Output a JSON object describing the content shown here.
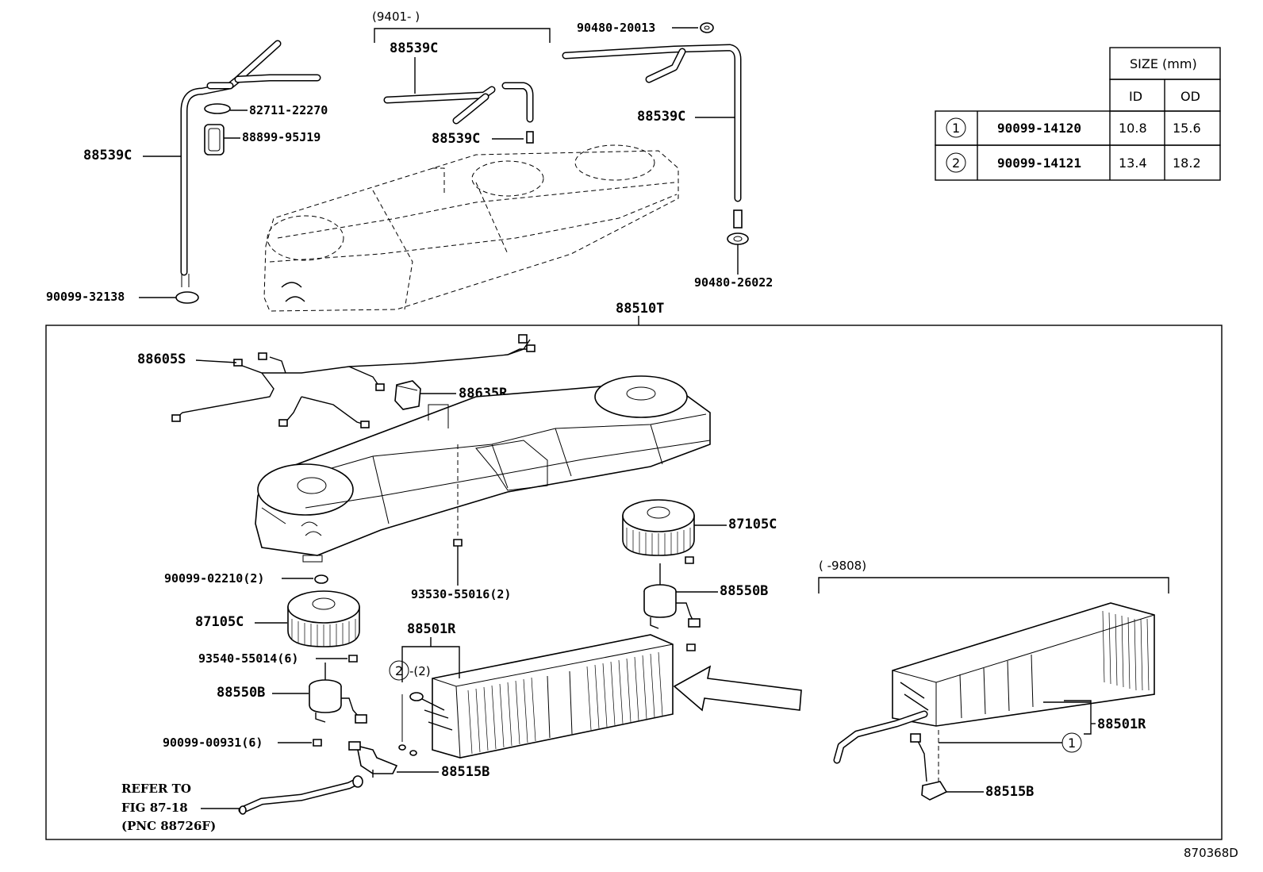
{
  "diagram_id": "870368D",
  "labels": {
    "hose_left": "88539C",
    "clamp": "82711-22270",
    "pad": "88899-95J19",
    "grommet_left": "90099-32138",
    "range_top": "(9401-        )",
    "hose_mid_a": "88539C",
    "hose_mid_b": "88539C",
    "nut_top": "90480-20013",
    "hose_right": "88539C",
    "grommet_right": "90480-26022",
    "unit_assy": "88510T",
    "wire_harness": "88605S",
    "relay": "88635R",
    "blower_fan_right": "87105C",
    "nut_left": "90099-02210(2)",
    "screw_center": "93530-55016(2)",
    "blower_fan_left": "87105C",
    "screw_left": "93540-55014(6)",
    "motor_left": "88550B",
    "screw_bottom": "90099-00931(6)",
    "motor_right": "88550B",
    "evaporator": "88501R",
    "oring_callout_qty": "-(2)",
    "expansion_valve": "88515B",
    "range_right": "(      -9808)",
    "evaporator_alt": "88501R",
    "expansion_valve_alt": "88515B",
    "refer_line1": "REFER TO",
    "refer_line2": "FIG 87-18",
    "refer_line3": "(PNC 88726F)"
  },
  "size_table": {
    "title": "SIZE (mm)",
    "col_id": "ID",
    "col_od": "OD",
    "rows": [
      {
        "ref": "1",
        "part": "90099-14120",
        "id": "10.8",
        "od": "15.6"
      },
      {
        "ref": "2",
        "part": "90099-14121",
        "id": "13.4",
        "od": "18.2"
      }
    ]
  },
  "callouts": {
    "c1": "1",
    "c2": "2"
  }
}
